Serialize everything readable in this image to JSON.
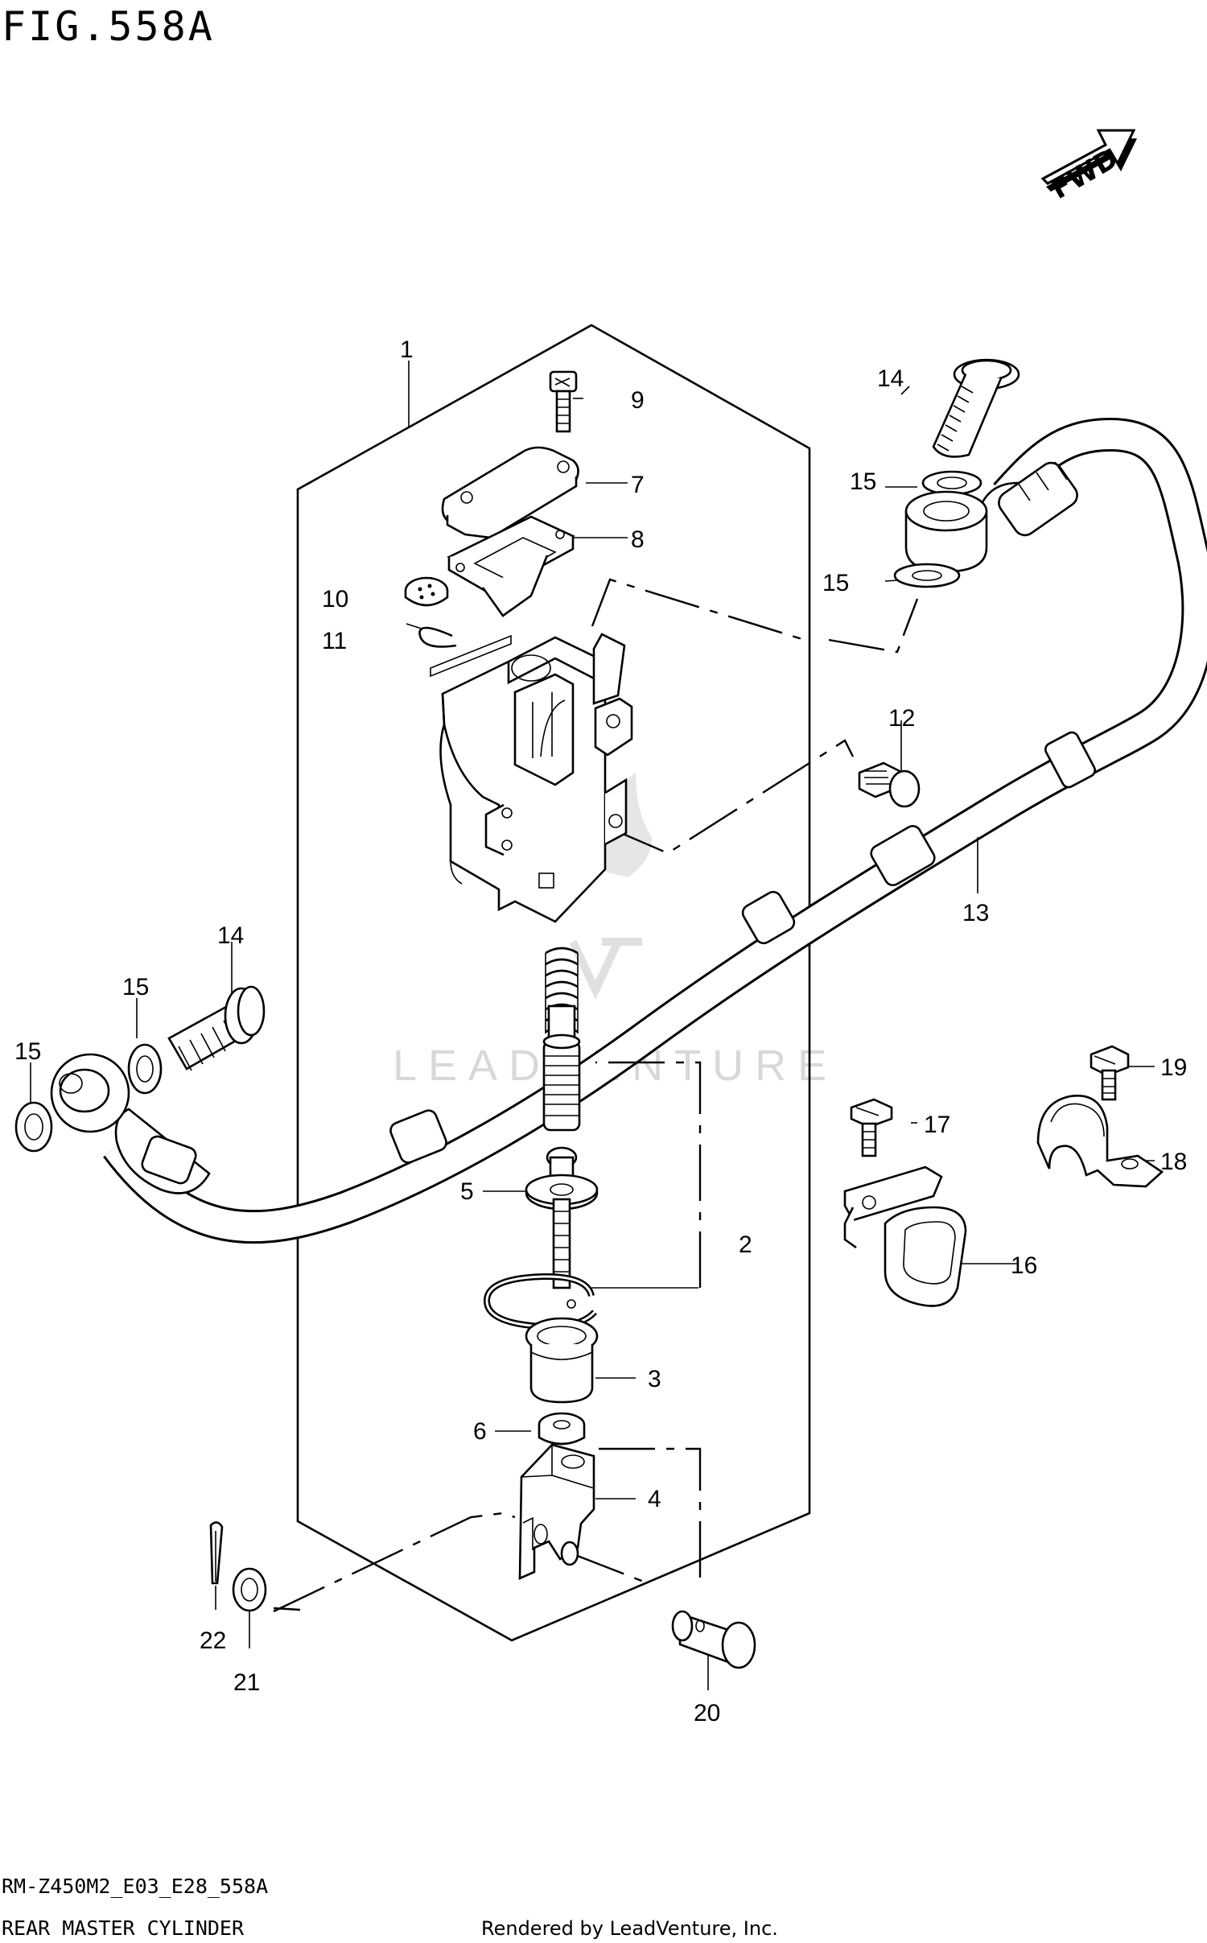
{
  "figure": {
    "title": "FIG.558A"
  },
  "fwd_arrow": {
    "label": "FWD"
  },
  "watermark": {
    "text": "LEADVENTURE"
  },
  "callouts": {
    "c1": "1",
    "c2": "2",
    "c3": "3",
    "c4": "4",
    "c5": "5",
    "c6": "6",
    "c7": "7",
    "c8": "8",
    "c9": "9",
    "c10": "10",
    "c11": "11",
    "c12": "12",
    "c13": "13",
    "c14a": "14",
    "c14b": "14",
    "c15a": "15",
    "c15b": "15",
    "c15c": "15",
    "c15d": "15",
    "c16": "16",
    "c17": "17",
    "c18": "18",
    "c19": "19",
    "c20": "20",
    "c21": "21",
    "c22": "22"
  },
  "footer": {
    "model_code": "RM-Z450M2_E03_E28_558A",
    "section_name": "REAR MASTER CYLINDER",
    "rendered_by": "Rendered by LeadVenture, Inc."
  }
}
